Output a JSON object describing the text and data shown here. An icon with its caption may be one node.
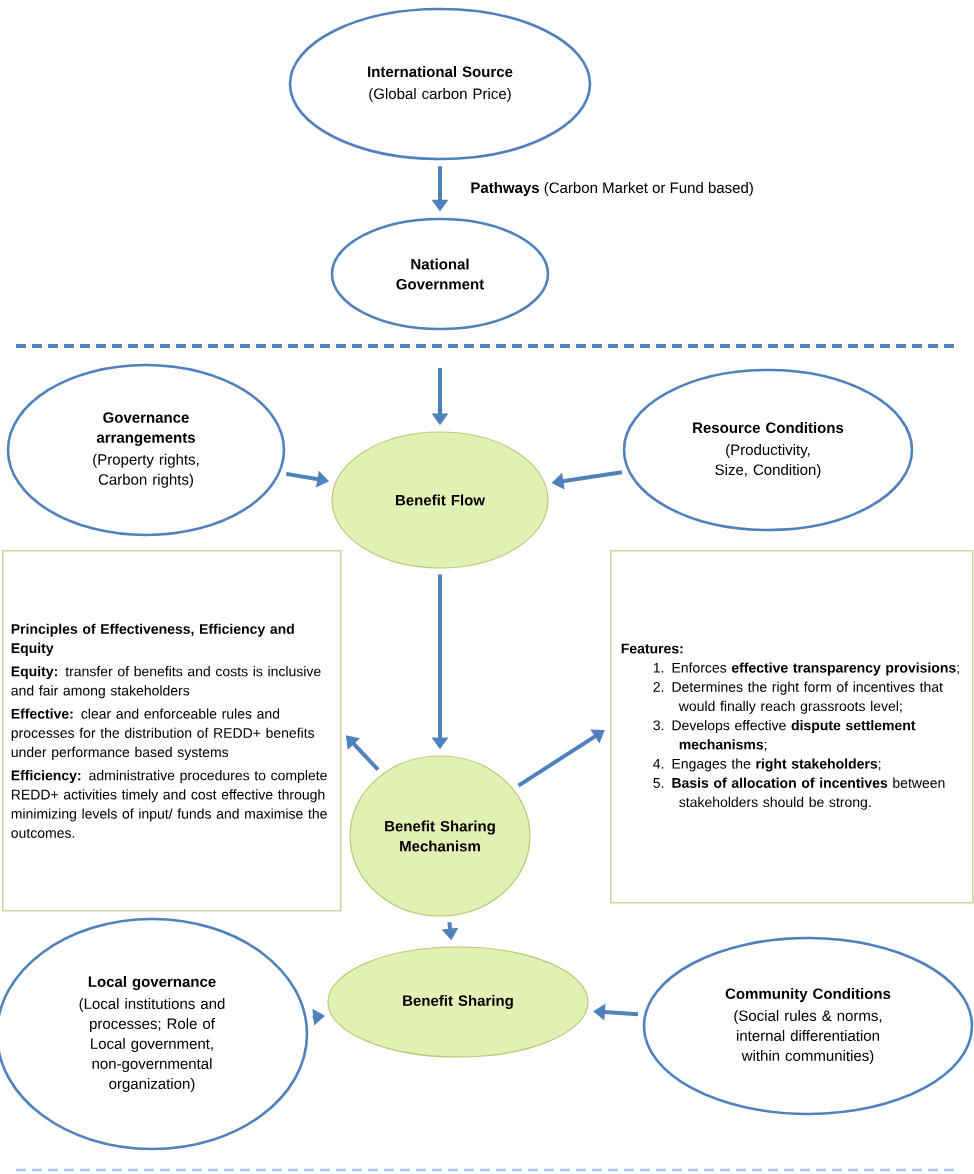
{
  "diagram": {
    "nodes": [
      {
        "text": [
          "International Source",
          "(Global carbon Price)"
        ]
      },
      {
        "text": [
          "National Government"
        ]
      },
      {
        "text": [
          "Governance arrangements",
          "(Property rights, Carbon rights)"
        ]
      },
      {
        "text": [
          "Resource Conditions",
          "(Productivity, Size, Condition)"
        ]
      },
      {
        "text": [
          "Benefit Flow"
        ]
      },
      {
        "text": [
          "Principles of Effectiveness, Efficiency and Equity",
          "**Equity:** transfer of benefits and costs is inclusive and fair among stakeholders",
          "**Effective:** clear and enforceable rules and processes for the distribution of REDD+ benefits under performance based systems",
          "**Efficiency:** administrative procedures to complete REDD+ activities timely and cost effective through minimizing levels of input/ funds and maximise the outcomes."
        ]
      },
      {
        "text": [
          "Features:",
          "1. Enforces **effective transparency provisions**;",
          "2. Determines the right form of incentives that would finally reach grassroots level;",
          "3. Develops effective **dispute settlement mechanisms**;",
          "4. Engages the **right stakeholders**;",
          "5. **Basis of allocation of incentives** between stakeholders should be strong."
        ]
      },
      {
        "text": [
          "Benefit Sharing Mechanism"
        ]
      },
      {
        "text": [
          "Local governance",
          "(Local institutions and processes; Role of Local government, non-governmental organization)"
        ]
      },
      {
        "text": [
          "Benefit Sharing"
        ]
      },
      {
        "text": [
          "Community Conditions",
          "(Social rules & norms, internal differentiation within communities)"
        ]
      }
    ],
    "edges": [
      {
        "from": 0,
        "to": 1,
        "arrow": "to",
        "label": "**Pathways** (Carbon Market or Fund based)"
      },
      {
        "from": null,
        "to": 4,
        "arrow": "to"
      },
      {
        "from": 2,
        "to": 4,
        "arrow": "to"
      },
      {
        "from": 3,
        "to": 4,
        "arrow": "to"
      },
      {
        "from": 4,
        "to": 7,
        "arrow": "to"
      },
      {
        "from": 7,
        "to": 5,
        "arrow": "to"
      },
      {
        "from": 7,
        "to": 6,
        "arrow": "to"
      },
      {
        "from": 7,
        "to": 9,
        "arrow": "to"
      },
      {
        "from": 8,
        "to": 9,
        "arrow": "to"
      },
      {
        "from": 10,
        "to": 9,
        "arrow": "to"
      }
    ]
  }
}
